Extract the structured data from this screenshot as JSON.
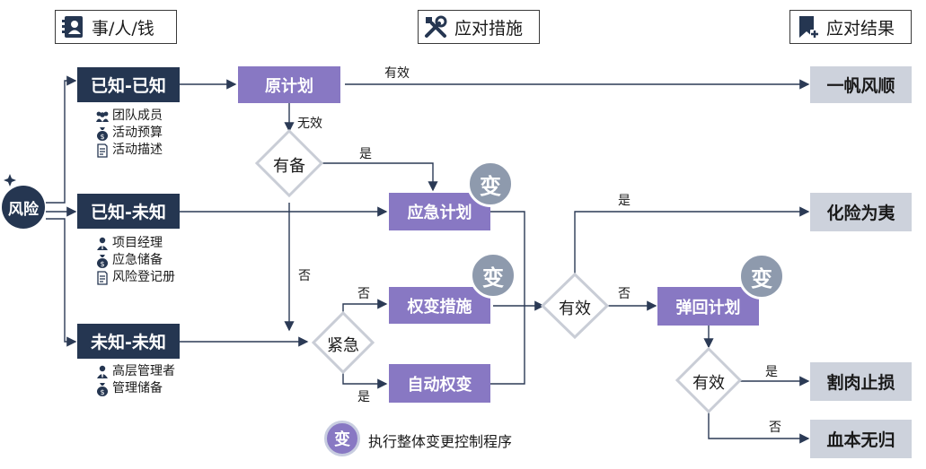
{
  "headers": {
    "left": "事/人/钱",
    "middle": "应对措施",
    "right": "应对结果"
  },
  "risk": "风险",
  "knowledge": {
    "known_known": "已知-已知",
    "known_unknown": "已知-未知",
    "unknown_unknown": "未知-未知"
  },
  "resources": {
    "known_known": [
      "团队成员",
      "活动预算",
      "活动描述"
    ],
    "known_unknown": [
      "项目经理",
      "应急储备",
      "风险登记册"
    ],
    "unknown_unknown": [
      "高层管理者",
      "管理储备"
    ]
  },
  "measures": {
    "original_plan": "原计划",
    "contingency_plan": "应急计划",
    "workaround": "权变措施",
    "auto_workaround": "自动权变",
    "fallback_plan": "弹回计划"
  },
  "decisions": {
    "has_backup": "有备",
    "urgent": "紧急",
    "effective_1": "有效",
    "effective_2": "有效"
  },
  "results": {
    "smooth": "一帆风顺",
    "resolved": "化险为夷",
    "cut_loss": "割肉止损",
    "total_loss": "血本无归"
  },
  "edge_labels": {
    "effective": "有效",
    "ineffective": "无效",
    "yes_backup": "是",
    "no_backup": "否",
    "no_urgent": "否",
    "yes_urgent": "是",
    "yes_effective_1": "是",
    "no_effective_1": "否",
    "yes_effective_2": "是",
    "no_effective_2": "否"
  },
  "change_badge": "变",
  "legend": {
    "symbol": "变",
    "text": "执行整体变更控制程序"
  },
  "colors": {
    "navy": "#253651",
    "purple": "#8878c3",
    "gray": "#cdd2dc",
    "badge": "#8e9aad",
    "line": "#2b3a55"
  }
}
